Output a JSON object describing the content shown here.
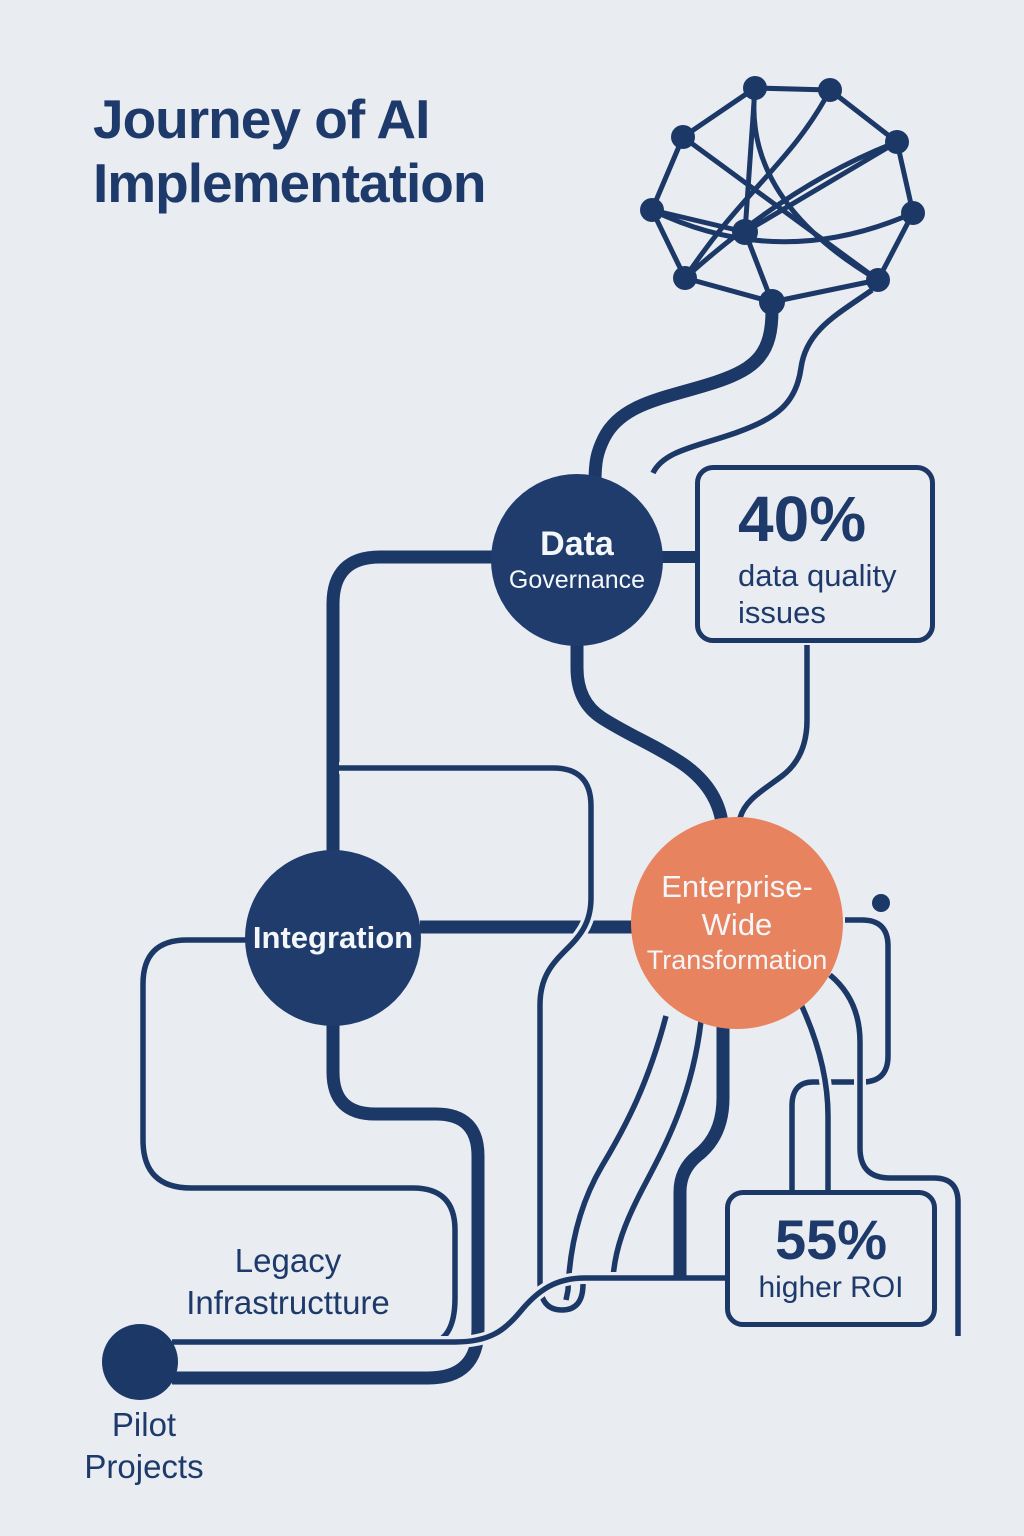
{
  "title": {
    "line1": "Journey of AI",
    "line2": "Implementation"
  },
  "stages": {
    "data_governance": {
      "line1": "Data",
      "line2": "Governance"
    },
    "integration": {
      "label": "Integration"
    },
    "enterprise_wide": {
      "line1": "Enterprise-",
      "line2": "Wide",
      "line3": "Transformation"
    },
    "legacy_infrastructure": {
      "line1": "Legacy",
      "line2": "Infrastructture"
    },
    "pilot_projects": {
      "line1": "Pilot",
      "line2": "Projects"
    }
  },
  "callouts": {
    "data_quality": {
      "value": "40%",
      "line1": "data quality",
      "line2": "issues"
    },
    "roi": {
      "value": "55%",
      "line1": "higher ROI"
    }
  },
  "icons": {
    "neural_network": "neural-network-icon"
  },
  "colors": {
    "background": "#E9EDF2",
    "navy_line": "#1C3867",
    "navy_circle": "#1F3C6D",
    "orange_circle": "#E8835F",
    "text_dark": "#1E3A6B",
    "text_light": "#F4F7FA"
  }
}
